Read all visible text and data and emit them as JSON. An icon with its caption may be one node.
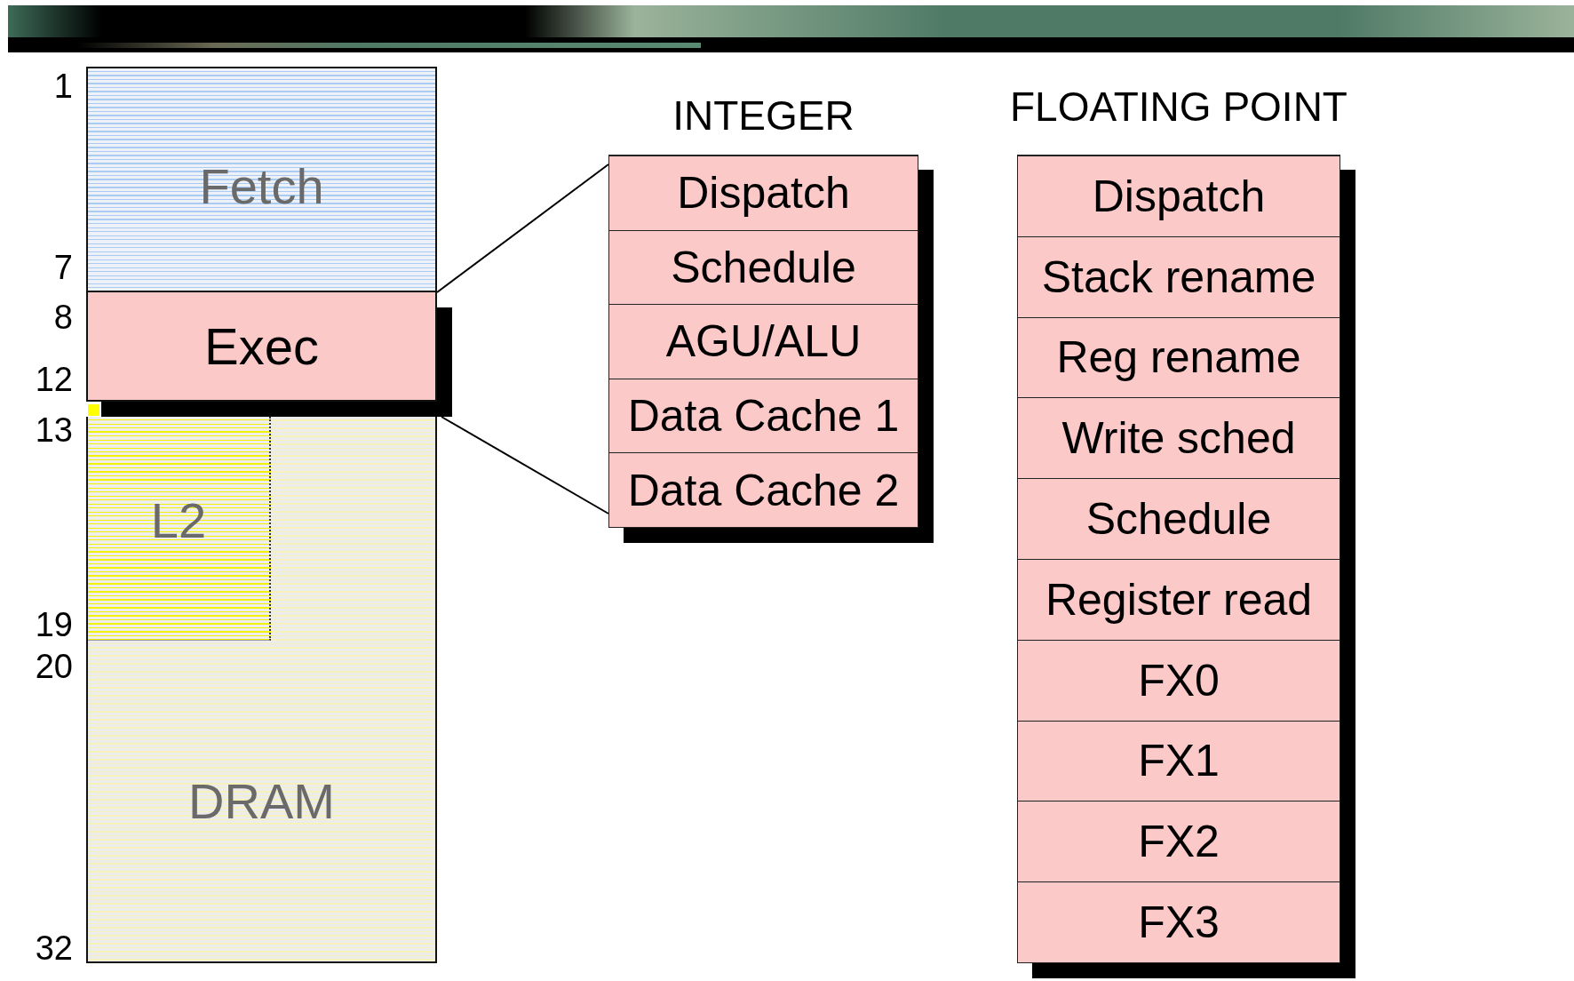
{
  "diagram": {
    "nodes": [
      {
        "text": [
          "Fetch"
        ]
      },
      {
        "text": [
          "Exec"
        ]
      },
      {
        "text": [
          "DRAM"
        ]
      },
      {
        "text": [
          "L2"
        ],
        "in": 2
      },
      {
        "text": [
          "INTEGER"
        ]
      },
      {
        "text": [
          "Dispatch"
        ],
        "in": 4
      },
      {
        "text": [
          "Schedule"
        ],
        "in": 4
      },
      {
        "text": [
          "AGU/ALU"
        ],
        "in": 4
      },
      {
        "text": [
          "Data Cache 1"
        ],
        "in": 4
      },
      {
        "text": [
          "Data Cache 2"
        ],
        "in": 4
      },
      {
        "text": [
          "FLOATING POINT"
        ]
      },
      {
        "text": [
          "Dispatch"
        ],
        "in": 10
      },
      {
        "text": [
          "Stack rename"
        ],
        "in": 10
      },
      {
        "text": [
          "Reg rename"
        ],
        "in": 10
      },
      {
        "text": [
          "Write sched"
        ],
        "in": 10
      },
      {
        "text": [
          "Schedule"
        ],
        "in": 10
      },
      {
        "text": [
          "Register read"
        ],
        "in": 10
      },
      {
        "text": [
          "FX0"
        ],
        "in": 10
      },
      {
        "text": [
          "FX1"
        ],
        "in": 10
      },
      {
        "text": [
          "FX2"
        ],
        "in": 10
      },
      {
        "text": [
          "FX3"
        ],
        "in": 10
      }
    ],
    "edges": [
      {
        "from": 1,
        "to": 4,
        "arrow": "none"
      },
      {
        "from": 1,
        "to": 4,
        "arrow": "none"
      }
    ],
    "labels": [
      "1",
      "7",
      "8",
      "12",
      "13",
      "19",
      "20",
      "32"
    ]
  }
}
